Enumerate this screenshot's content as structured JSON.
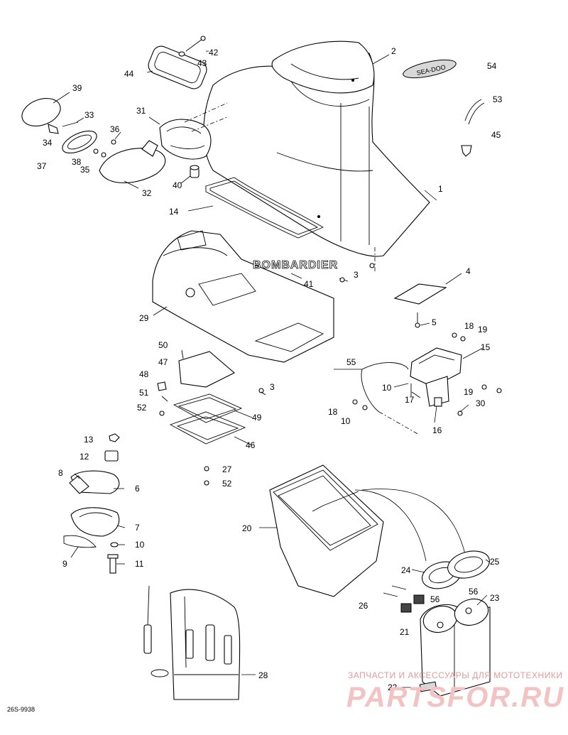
{
  "labels": {
    "p1": "1",
    "p2": "2",
    "p3a": "3",
    "p3b": "3",
    "p4": "4",
    "p5": "5",
    "p6": "6",
    "p7": "7",
    "p8": "8",
    "p9": "9",
    "p10a": "10",
    "p10b": "10",
    "p10c": "10",
    "p11": "11",
    "p12": "12",
    "p13": "13",
    "p14": "14",
    "p15": "15",
    "p16": "16",
    "p17": "17",
    "p18a": "18",
    "p18b": "18",
    "p19a": "19",
    "p19b": "19",
    "p20": "20",
    "p21": "21",
    "p22": "22",
    "p23": "23",
    "p24": "24",
    "p25": "25",
    "p26": "26",
    "p27": "27",
    "p28": "28",
    "p29": "29",
    "p30": "30",
    "p31": "31",
    "p32": "32",
    "p33": "33",
    "p34": "34",
    "p35": "35",
    "p36": "36",
    "p37": "37",
    "p38": "38",
    "p39": "39",
    "p40": "40",
    "p41": "41",
    "p42": "42",
    "p43": "43",
    "p44": "44",
    "p45": "45",
    "p46": "46",
    "p47": "47",
    "p48": "48",
    "p49": "49",
    "p50": "50",
    "p51": "51",
    "p52a": "52",
    "p52b": "52",
    "p53": "53",
    "p54": "54",
    "p55": "55",
    "p56a": "56",
    "p56b": "56"
  },
  "decal_text": "BOMBARDIER",
  "emblem_text": "SEA-DOO",
  "drawing_code": "26S-9938",
  "watermark": {
    "line1": "ЗАПЧАСТИ И АКСЕССУАРЫ ДЛЯ МОТОТЕХНИКИ",
    "line2": "PARTSFOR.RU"
  },
  "colors": {
    "ink": "#000000",
    "paper": "#ffffff",
    "watermark": "#e39a9a"
  }
}
